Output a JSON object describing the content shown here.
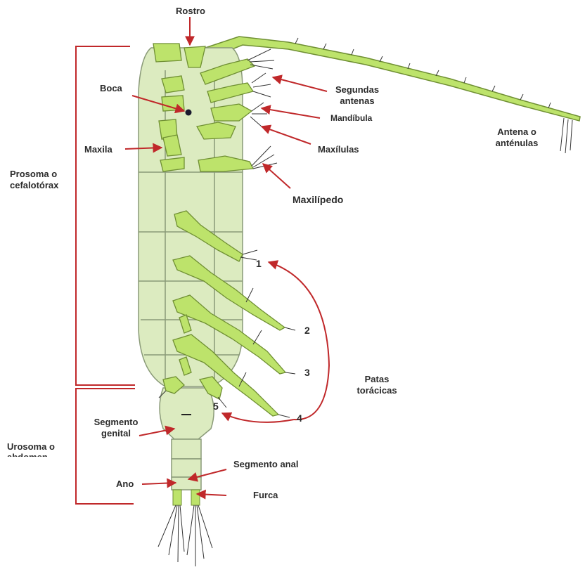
{
  "colors": {
    "body_fill": "#dcebc0",
    "body_stroke": "#8a9a78",
    "appendage_fill": "#bde36b",
    "appendage_stroke": "#6f8f33",
    "arrow": "#c0282a",
    "bracket": "#c0282a",
    "text": "#2b2b2b",
    "setae": "#333333"
  },
  "labels": {
    "rostro": "Rostro",
    "boca": "Boca",
    "segundas_antenas": "Segundas\nantenas",
    "mandibula": "Mandíbula",
    "maxilulas": "Maxílulas",
    "maxila": "Maxila",
    "maxilipedo": "Maxilípedo",
    "antena": "Antena o\nanténulas",
    "prosoma": "Prosoma o\ncefalotórax",
    "urosoma": "Urosoma o\nabdomen",
    "segmento_genital": "Segmento\ngenital",
    "segmento_anal": "Segmento anal",
    "ano": "Ano",
    "furca": "Furca",
    "patas": "Patas\ntorácicas",
    "n1": "1",
    "n2": "2",
    "n3": "3",
    "n4": "4",
    "n5": "5"
  }
}
